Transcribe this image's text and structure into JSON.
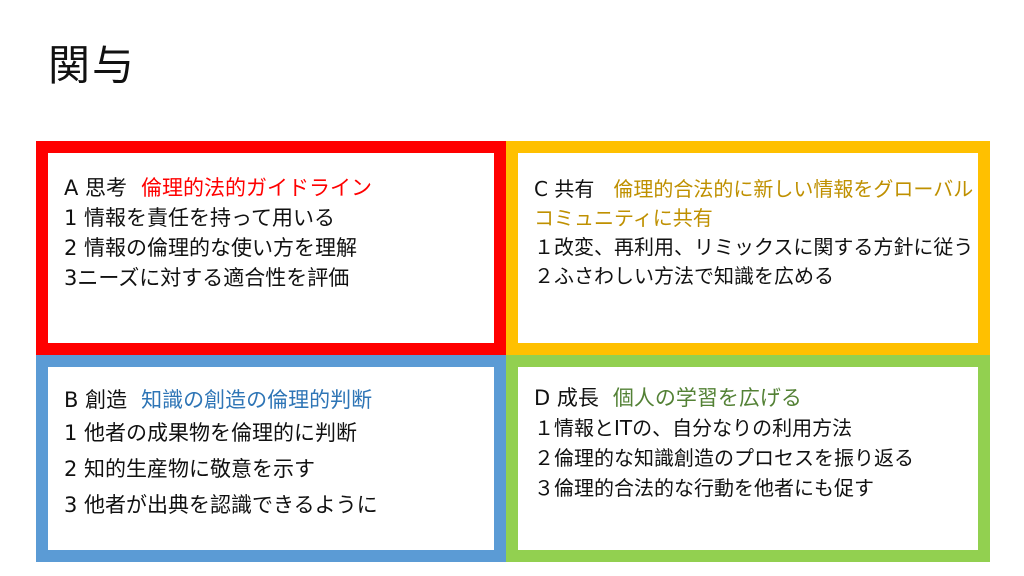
{
  "title": "関与",
  "boxes": {
    "a": {
      "head": "A 思考",
      "sub": "倫理的法的ガイドライン",
      "lines": [
        "1 情報を責任を持って用いる",
        "2 情報の倫理的な使い方を理解",
        "3ニーズに対する適合性を評価"
      ],
      "color": "#ff0000"
    },
    "c": {
      "head": "C 共有",
      "sub": "倫理的合法的に新しい情報をグローバルコミュニティに共有",
      "lines": [
        "１改変、再利用、リミックスに関する方針に従う",
        "２ふさわしい方法で知識を広める"
      ],
      "color": "#ffc000"
    },
    "b": {
      "head": "B 創造",
      "sub": "知識の創造の倫理的判断",
      "lines": [
        "1 他者の成果物を倫理的に判断",
        "2 知的生産物に敬意を示す",
        "3 他者が出典を認識できるように"
      ],
      "color": "#5b9bd5"
    },
    "d": {
      "head": "D 成長",
      "sub": "個人の学習を広げる",
      "lines": [
        "１情報とITの、自分なりの利用方法",
        "２倫理的な知識創造のプロセスを振り返る",
        "３倫理的合法的な行動を他者にも促す"
      ],
      "color": "#92d050"
    }
  }
}
